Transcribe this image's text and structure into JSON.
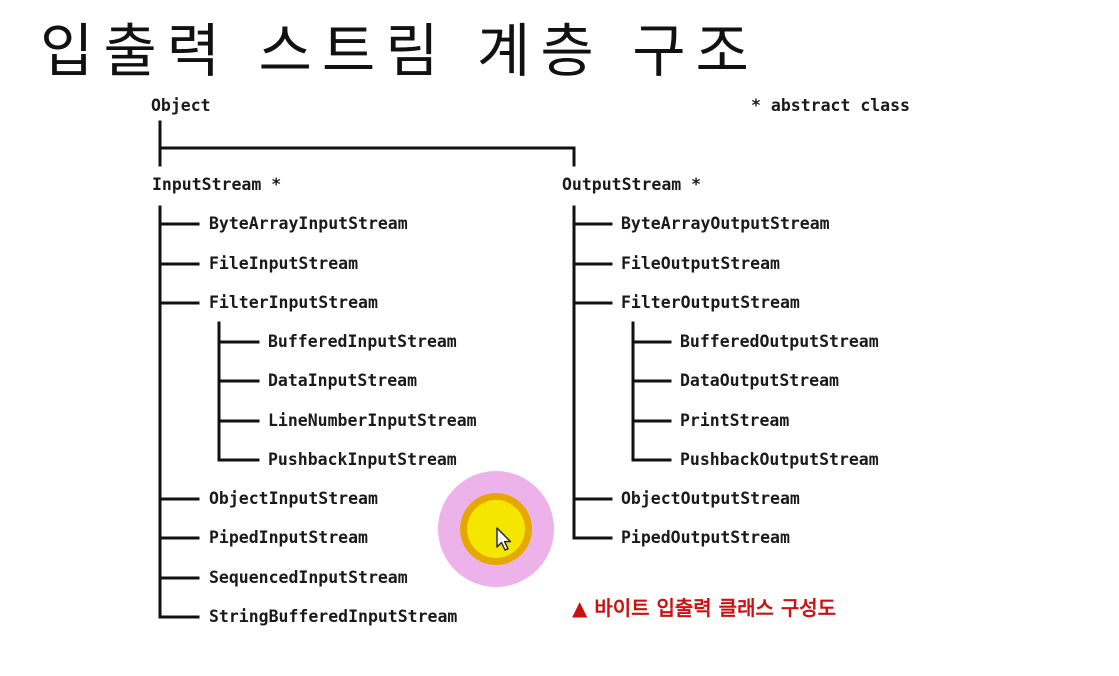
{
  "title": "입출력 스트림 계층 구조",
  "root": "Object",
  "note": "* abstract class",
  "caption": "▲ 바이트 입출력 클래스 구성도",
  "input": {
    "label": "InputStream *",
    "children": [
      "ByteArrayInputStream",
      "FileInputStream",
      "FilterInputStream",
      "ObjectInputStream",
      "PipedInputStream",
      "SequencedInputStream",
      "StringBufferedInputStream"
    ],
    "filter_children": [
      "BufferedInputStream",
      "DataInputStream",
      "LineNumberInputStream",
      "PushbackInputStream"
    ]
  },
  "output": {
    "label": "OutputStream *",
    "children": [
      "ByteArrayOutputStream",
      "FileOutputStream",
      "FilterOutputStream",
      "ObjectOutputStream",
      "PipedOutputStream"
    ],
    "filter_children": [
      "BufferedOutputStream",
      "DataOutputStream",
      "PrintStream",
      "PushbackOutputStream"
    ]
  },
  "colors": {
    "line": "#111111",
    "caption": "#cc1111",
    "cursor_halo": "#eeb2ea",
    "cursor_ring": "#e6a800",
    "cursor_core": "#f5e600"
  }
}
